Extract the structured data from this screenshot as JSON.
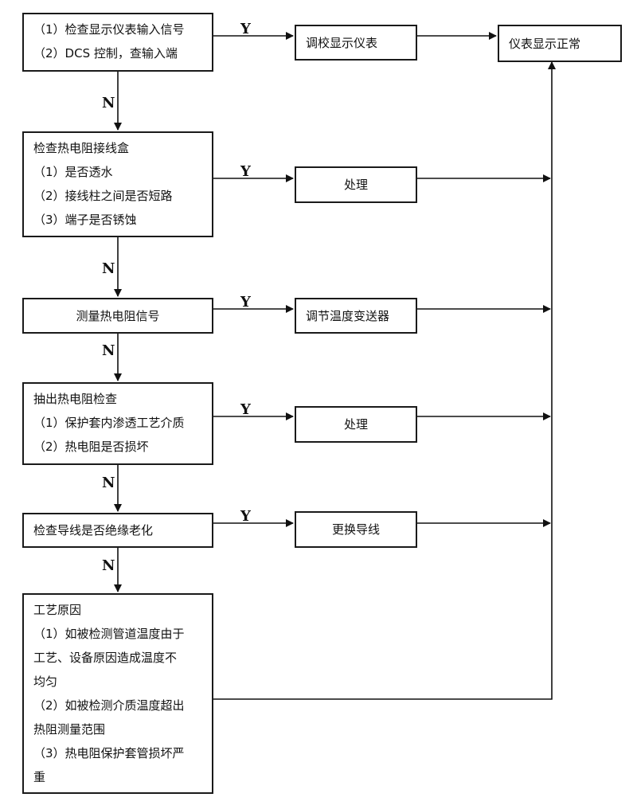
{
  "boxes": {
    "b1": [
      "（1）检查显示仪表输入信号",
      "（2）DCS 控制，查输入端"
    ],
    "b2": [
      "检查热电阻接线盒",
      "（1）是否透水",
      "（2）接线柱之间是否短路",
      "（3）端子是否锈蚀"
    ],
    "b3": [
      "测量热电阻信号"
    ],
    "b4": [
      "抽出热电阻检查",
      "（1）保护套内渗透工艺介质",
      "（2）热电阻是否损坏"
    ],
    "b5": [
      "检查导线是否绝缘老化"
    ],
    "b6": [
      "工艺原因",
      "（1）如被检测管道温度由于",
      "工艺、设备原因造成温度不",
      "均匀",
      "（2）如被检测介质温度超出",
      "热阻测量范围",
      "（3）热电阻保护套管损坏严",
      "重"
    ],
    "a1": "调校显示仪表",
    "a2": "处理",
    "a3": "调节温度变送器",
    "a4": "处理",
    "a5": "更换导线",
    "result": "仪表显示正常"
  },
  "labels": {
    "yes": "Y",
    "no": "N"
  }
}
